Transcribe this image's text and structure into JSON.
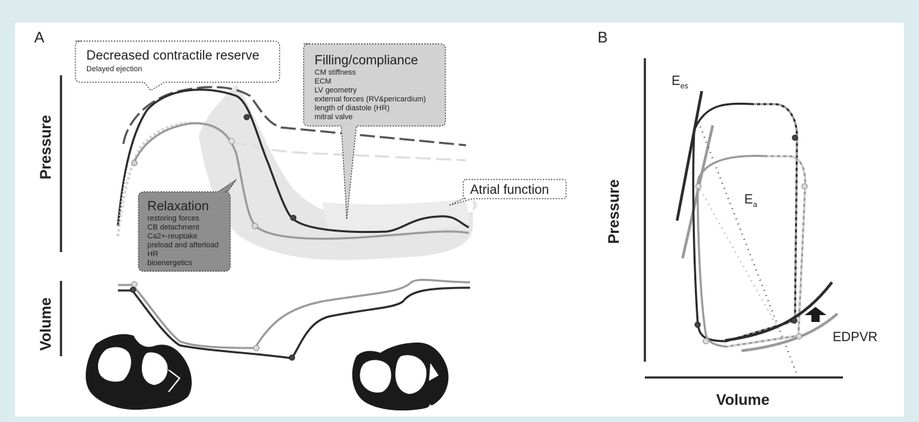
{
  "panels": {
    "a": {
      "letter": "A",
      "y_axis_top": "Pressure",
      "y_axis_bottom": "Volume",
      "callouts": {
        "contractile": {
          "title": "Decreased contractile reserve",
          "lines": [
            "Delayed ejection"
          ]
        },
        "filling": {
          "title": "Filling/compliance",
          "lines": [
            "CM stiffness",
            "ECM",
            "LV geometry",
            "external forces (RV&pericardium)",
            "length of diastole (HR)",
            "mitral valve"
          ]
        },
        "relaxation": {
          "title": "Relaxation",
          "lines": [
            "restoring forces",
            "CB detachment",
            "Ca2+-reuptake",
            "preload and afterload",
            "HR",
            "bioenergetics"
          ]
        },
        "atrial": {
          "title": "Atrial function"
        }
      }
    },
    "b": {
      "letter": "B",
      "y_axis": "Pressure",
      "x_axis": "Volume",
      "labels": {
        "ees_main": "E",
        "ees_sub": "es",
        "ea_main": "E",
        "ea_sub": "a",
        "edpvr": "EDPVR"
      }
    }
  },
  "colors": {
    "background": "#dcecee",
    "dark_curve": "#2b2b2b",
    "mid_curve": "#9a9a9a",
    "light_curve": "#d8d8d8",
    "relaxation_box": "#8e8e8e",
    "filling_box": "#d2d2d2"
  }
}
